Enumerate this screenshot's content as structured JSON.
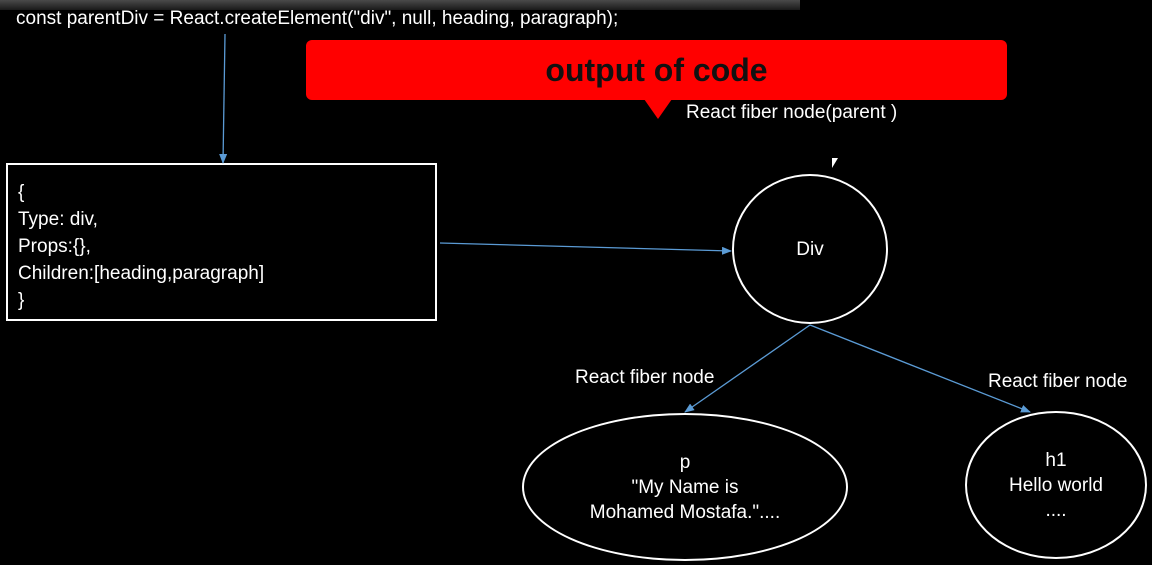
{
  "code": "const parentDiv = React.createElement(\"div\", null, heading, paragraph);",
  "banner": {
    "text": "output of code",
    "color": "#ff0000"
  },
  "labels": {
    "parent_fiber": "React fiber node(parent )",
    "left_fiber": "React fiber node",
    "right_fiber": "React fiber node"
  },
  "object_box": {
    "lines": [
      "{",
      "Type: div,",
      "Props:{},",
      "Children:[heading,paragraph]",
      "}"
    ]
  },
  "nodes": {
    "div": {
      "lines": [
        "Div"
      ]
    },
    "p": {
      "lines": [
        "p",
        "\"My Name is",
        "Mohamed Mostafa.\"...."
      ]
    },
    "h1": {
      "lines": [
        "h1",
        "Hello world",
        "...."
      ]
    }
  },
  "arrow_color": "#5b9bd5"
}
